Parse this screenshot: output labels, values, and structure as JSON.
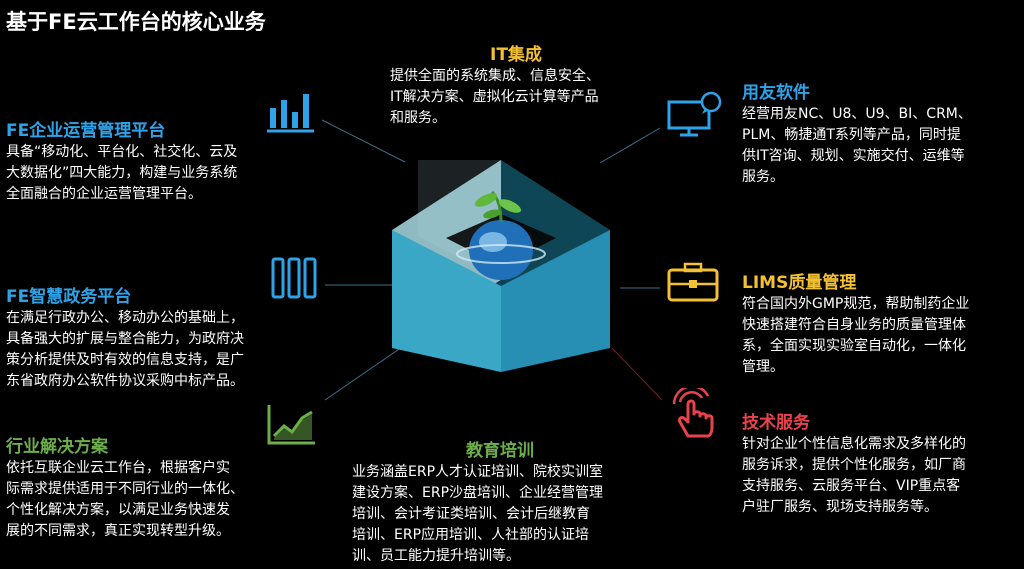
{
  "page_title": "基于FE云工作台的核心业务",
  "colors": {
    "blue_title": "#2fa3e8",
    "yellow_title": "#f3c132",
    "green_title": "#6cae4a",
    "red_title": "#e8434c",
    "cube_light": "#a9dbe4",
    "cube_mid": "#2e9bbd",
    "cube_dark": "#1a6f95"
  },
  "sections": {
    "it": {
      "title": "IT集成",
      "lines": [
        "提供全面的系统集成、信息安全、",
        "IT解决方案、虚拟化云计算等产品",
        "和服务。"
      ]
    },
    "yonyou": {
      "title": "用友软件",
      "icon": "monitor-chat-icon",
      "lines": [
        "经营用友NC、U8、U9、BI、CRM、",
        "PLM、畅捷通T系列等产品，同时提",
        "供IT咨询、规划、实施交付、运维等",
        "服务。"
      ]
    },
    "fe_ops": {
      "title": "FE企业运营管理平台",
      "icon": "bar-chart-icon",
      "lines": [
        "具备“移动化、平台化、社交化、云及",
        "大数据化”四大能力，构建与业务系统",
        "全面融合的企业运营管理平台。"
      ]
    },
    "fe_gov": {
      "title": "FE智慧政务平台",
      "icon": "columns-icon",
      "lines": [
        "在满足行政办公、移动办公的基础上，",
        "具备强大的扩展与整合能力，为政府决",
        "策分析提供及时有效的信息支持，是广",
        "东省政府办公软件协议采购中标产品。"
      ]
    },
    "lims": {
      "title": "LIMS质量管理",
      "icon": "briefcase-icon",
      "lines": [
        "符合国内外GMP规范，帮助制药企业",
        "快速搭建符合自身业务的质量管理体",
        "系，全面实现实验室自动化，一体化",
        "管理。"
      ]
    },
    "industry": {
      "title": "行业解决方案",
      "icon": "trend-chart-icon",
      "lines": [
        "依托互联企业云工作台，根据客户实",
        "际需求提供适用于不同行业的一体化、",
        "个性化解决方案，以满足业务快速发",
        "展的不同需求，真正实现转型升级。"
      ]
    },
    "edu": {
      "title": "教育培训",
      "lines": [
        "业务涵盖ERP人才认证培训、院校实训室",
        "建设方案、ERP沙盘培训、企业经营管理",
        "培训、会计考证类培训、会计后继教育",
        "培训、ERP应用培训、人社部的认证培",
        "训、员工能力提升培训等。"
      ]
    },
    "tech": {
      "title": "技术服务",
      "icon": "touch-hand-icon",
      "lines": [
        "针对企业个性信息化需求及多样化的",
        "服务诉求，提供个性化服务，如厂商",
        "支持服务、云服务平台、VIP重点客",
        "户驻厂服务、现场支持服务等。"
      ]
    }
  }
}
